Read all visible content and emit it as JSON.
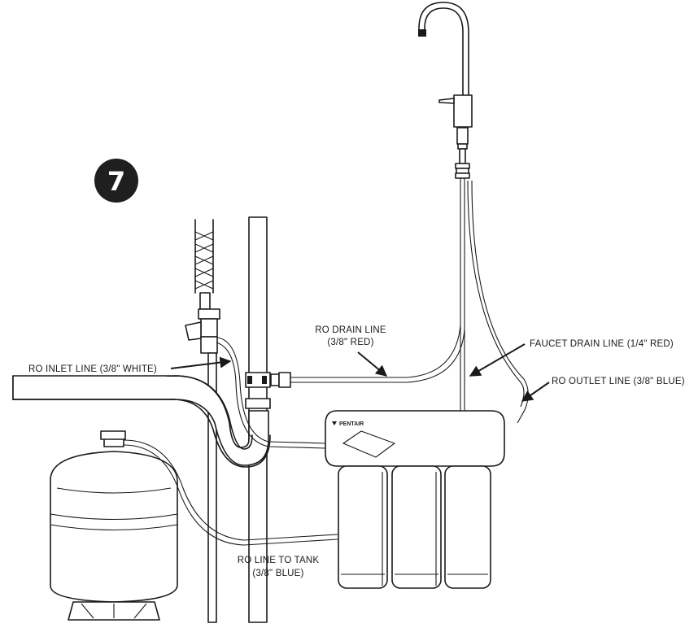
{
  "step": {
    "number": "7"
  },
  "brand": {
    "logo_text": "PENTAIR"
  },
  "labels": {
    "ro_inlet": "RO INLET LINE (3/8\" WHITE)",
    "ro_drain_line1": "RO DRAIN LINE",
    "ro_drain_line2": "(3/8\" RED)",
    "faucet_drain": "FAUCET DRAIN LINE (1/4\" RED)",
    "ro_outlet": "RO OUTLET LINE (3/8\" BLUE)",
    "ro_tank_line1": "RO LINE TO TANK",
    "ro_tank_line2": "(3/8\" BLUE)"
  },
  "colors": {
    "ink": "#1a1a1a",
    "badge": "#1f1f1f",
    "background": "#ffffff"
  },
  "icons": [
    "step-badge",
    "pentair-logo-icon"
  ]
}
